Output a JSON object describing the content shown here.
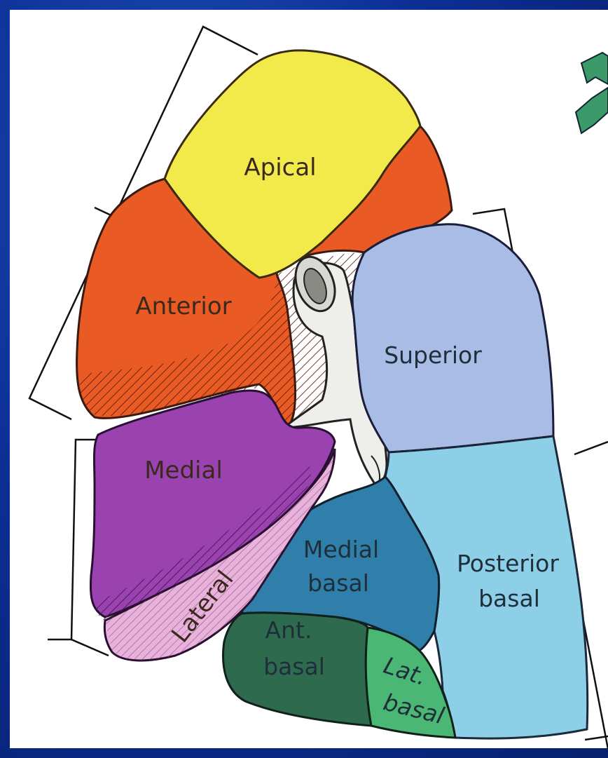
{
  "diagram": {
    "segments": {
      "apical": "Apical",
      "anterior": "Anterior",
      "superior": "Superior",
      "medial": "Medial",
      "lateral": "Lateral",
      "medial_basal_1": "Medial",
      "medial_basal_2": "basal",
      "posterior_basal_1": "Posterior",
      "posterior_basal_2": "basal",
      "ant_basal_1": "Ant.",
      "ant_basal_2": "basal",
      "lat_basal_1": "Lat.",
      "lat_basal_2": "basal"
    },
    "colors": {
      "apical": "#f2ea4a",
      "anterior": "#ea5a24",
      "superior": "#a8bce6",
      "medial": "#9a42b0",
      "lateral": "#e8b2dc",
      "medial_basal": "#2f7faa",
      "posterior_basal": "#8ecfe8",
      "ant_basal": "#2e6a4e",
      "lat_basal": "#4ab874",
      "bronchus": "#eeeeea",
      "bronchus_top": "#3a9a6a",
      "background": "#0c2f94"
    }
  }
}
